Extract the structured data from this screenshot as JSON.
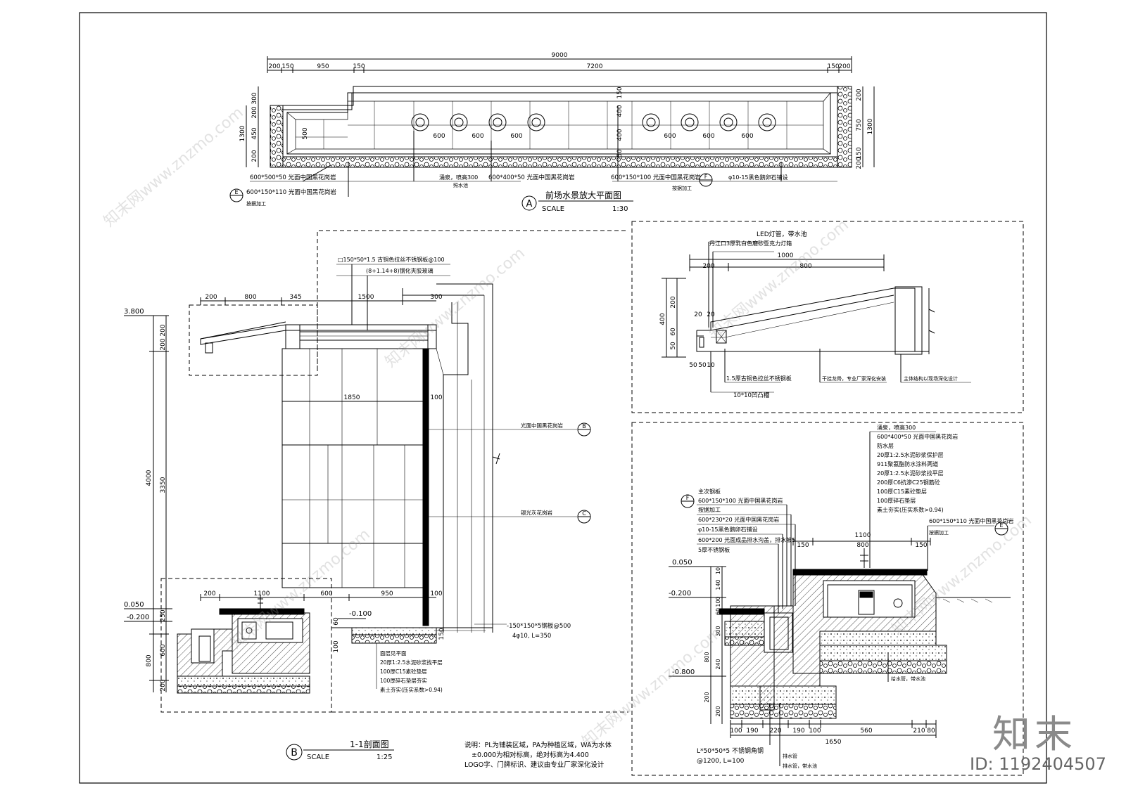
{
  "plan_a": {
    "title": "前场水景放大平面图",
    "scale_label": "SCALE",
    "scale": "1:30",
    "marker": "A",
    "dims_top": [
      "9000"
    ],
    "dims_second": [
      "200",
      "150",
      "950",
      "150",
      "7200",
      "150",
      "200"
    ],
    "dims_left": [
      "300",
      "200",
      "450",
      "200",
      "1300",
      "500"
    ],
    "dims_right": [
      "200",
      "750",
      "1300",
      "200",
      "150"
    ],
    "dims_mid": [
      "150",
      "400",
      "400",
      "50"
    ],
    "spacings": [
      "600",
      "600",
      "600",
      "600",
      "600",
      "600"
    ],
    "callouts": [
      "600*500*50 光面中国黑花岗岩",
      "600*150*110 光面中国黑花岗岩",
      "涌泉，喷高300",
      "600*400*50 光面中国黑花岗岩",
      "600*150*100 光面中国黑花岗岩",
      "φ10-15黑色鹅卵石铺设"
    ],
    "sub_notes": [
      "按据加工",
      "照水池",
      "按据加工"
    ],
    "detail_tags": [
      "E",
      "F"
    ]
  },
  "section_b": {
    "title": "1-1剖面图",
    "scale_label": "SCALE",
    "scale": "1:25",
    "marker": "B",
    "elevations": [
      "3.800",
      "0.050",
      "-0.200",
      "-0.100"
    ],
    "dims_canopy": [
      "200",
      "800",
      "345",
      "1500",
      "300"
    ],
    "canopy_notes": [
      "□150*50*1.5 古铜色拉丝不锈钢板@100",
      "(8+1.14+8)钢化夹胶玻璃"
    ],
    "dims_vertical": [
      "200",
      "200",
      "4000",
      "3350",
      "250",
      "600",
      "800",
      "200"
    ],
    "dims_body": [
      "1850",
      "100",
      "200",
      "1100",
      "600",
      "950",
      "100",
      "60",
      "100",
      "150"
    ],
    "wall_callouts": [
      "光面中国黑花岗岩",
      "银光灰花岗岩"
    ],
    "detail_tags": [
      "B",
      "C"
    ],
    "anchor_note": [
      "-150*150*5钢板@500",
      "4φ10, L=350"
    ],
    "floor_layers": [
      "面层见平面",
      "20厚1:2.5水泥砂浆找平层",
      "100厚C15素砼垫层",
      "100厚碎石垫层夯实",
      "素土夯实(压实系数>0.94)"
    ],
    "notes": [
      "说明：PL为铺装区域，PA为种植区域，WA为水体",
      "±0.000为相对标高，绝对标高为4.400",
      "LOGO字、门牌标识、建议由专业厂家深化设计"
    ]
  },
  "detail_top": {
    "title_notes": [
      "LED灯管，带水池",
      "丹江口3厚乳白色磨砂亚克力灯箱"
    ],
    "dims": [
      "1000",
      "200",
      "800",
      "200",
      "400",
      "60",
      "20",
      "20",
      "50",
      "50",
      "50",
      "10"
    ],
    "callouts": [
      "1.5厚古铜色拉丝不锈钢板",
      "10*10凹凸槽",
      "干挂龙骨，专业厂家深化安装",
      "主体结构以现场深化设计"
    ]
  },
  "detail_bottom": {
    "top_notes": [
      "涌泉，喷高300",
      "600*400*50 光面中国黑花岗岩",
      "防水层",
      "20厚1:2.5水泥砂浆保护层",
      "911聚氨酯防水涂料两道",
      "20厚1:2.5水泥砂浆找平层",
      "200厚C6抗渗C25钢筋砼",
      "100厚C15素砼垫层",
      "100厚碎石垫层",
      "素土夯实(压实系数>0.94)"
    ],
    "left_notes": [
      "主次钢板",
      "600*150*100 光面中国黑花岗岩",
      "按据加工",
      "600*230*20 光面中国黑花岗岩",
      "φ10-15黑色鹅卵石铺设",
      "600*200 光面成品排水沟盖，排水坡5",
      "5厚不锈钢板"
    ],
    "right_note": "600*150*110 光面中国黑花岗岩",
    "right_sub": "按据加工",
    "detail_tags": [
      "F",
      "E"
    ],
    "elevations": [
      "0.050",
      "-0.200",
      "-0.800"
    ],
    "dims_top": [
      "1100",
      "150",
      "800",
      "150"
    ],
    "dims_left": [
      "10",
      "140",
      "100",
      "60",
      "300",
      "800",
      "240",
      "200",
      "200"
    ],
    "dims_bottom": [
      "100",
      "190",
      "220",
      "190",
      "100",
      "560",
      "210",
      "80",
      "1650"
    ],
    "bottom_notes": [
      "L*50*50*5 不锈钢角钢",
      "@1200, L=100",
      "排水管",
      "给水管，带水池",
      "排水管，带水池"
    ]
  },
  "watermark": {
    "text": "知末网www.znzmo.com",
    "brand": "知末",
    "image_id": "ID: 1192404507"
  }
}
